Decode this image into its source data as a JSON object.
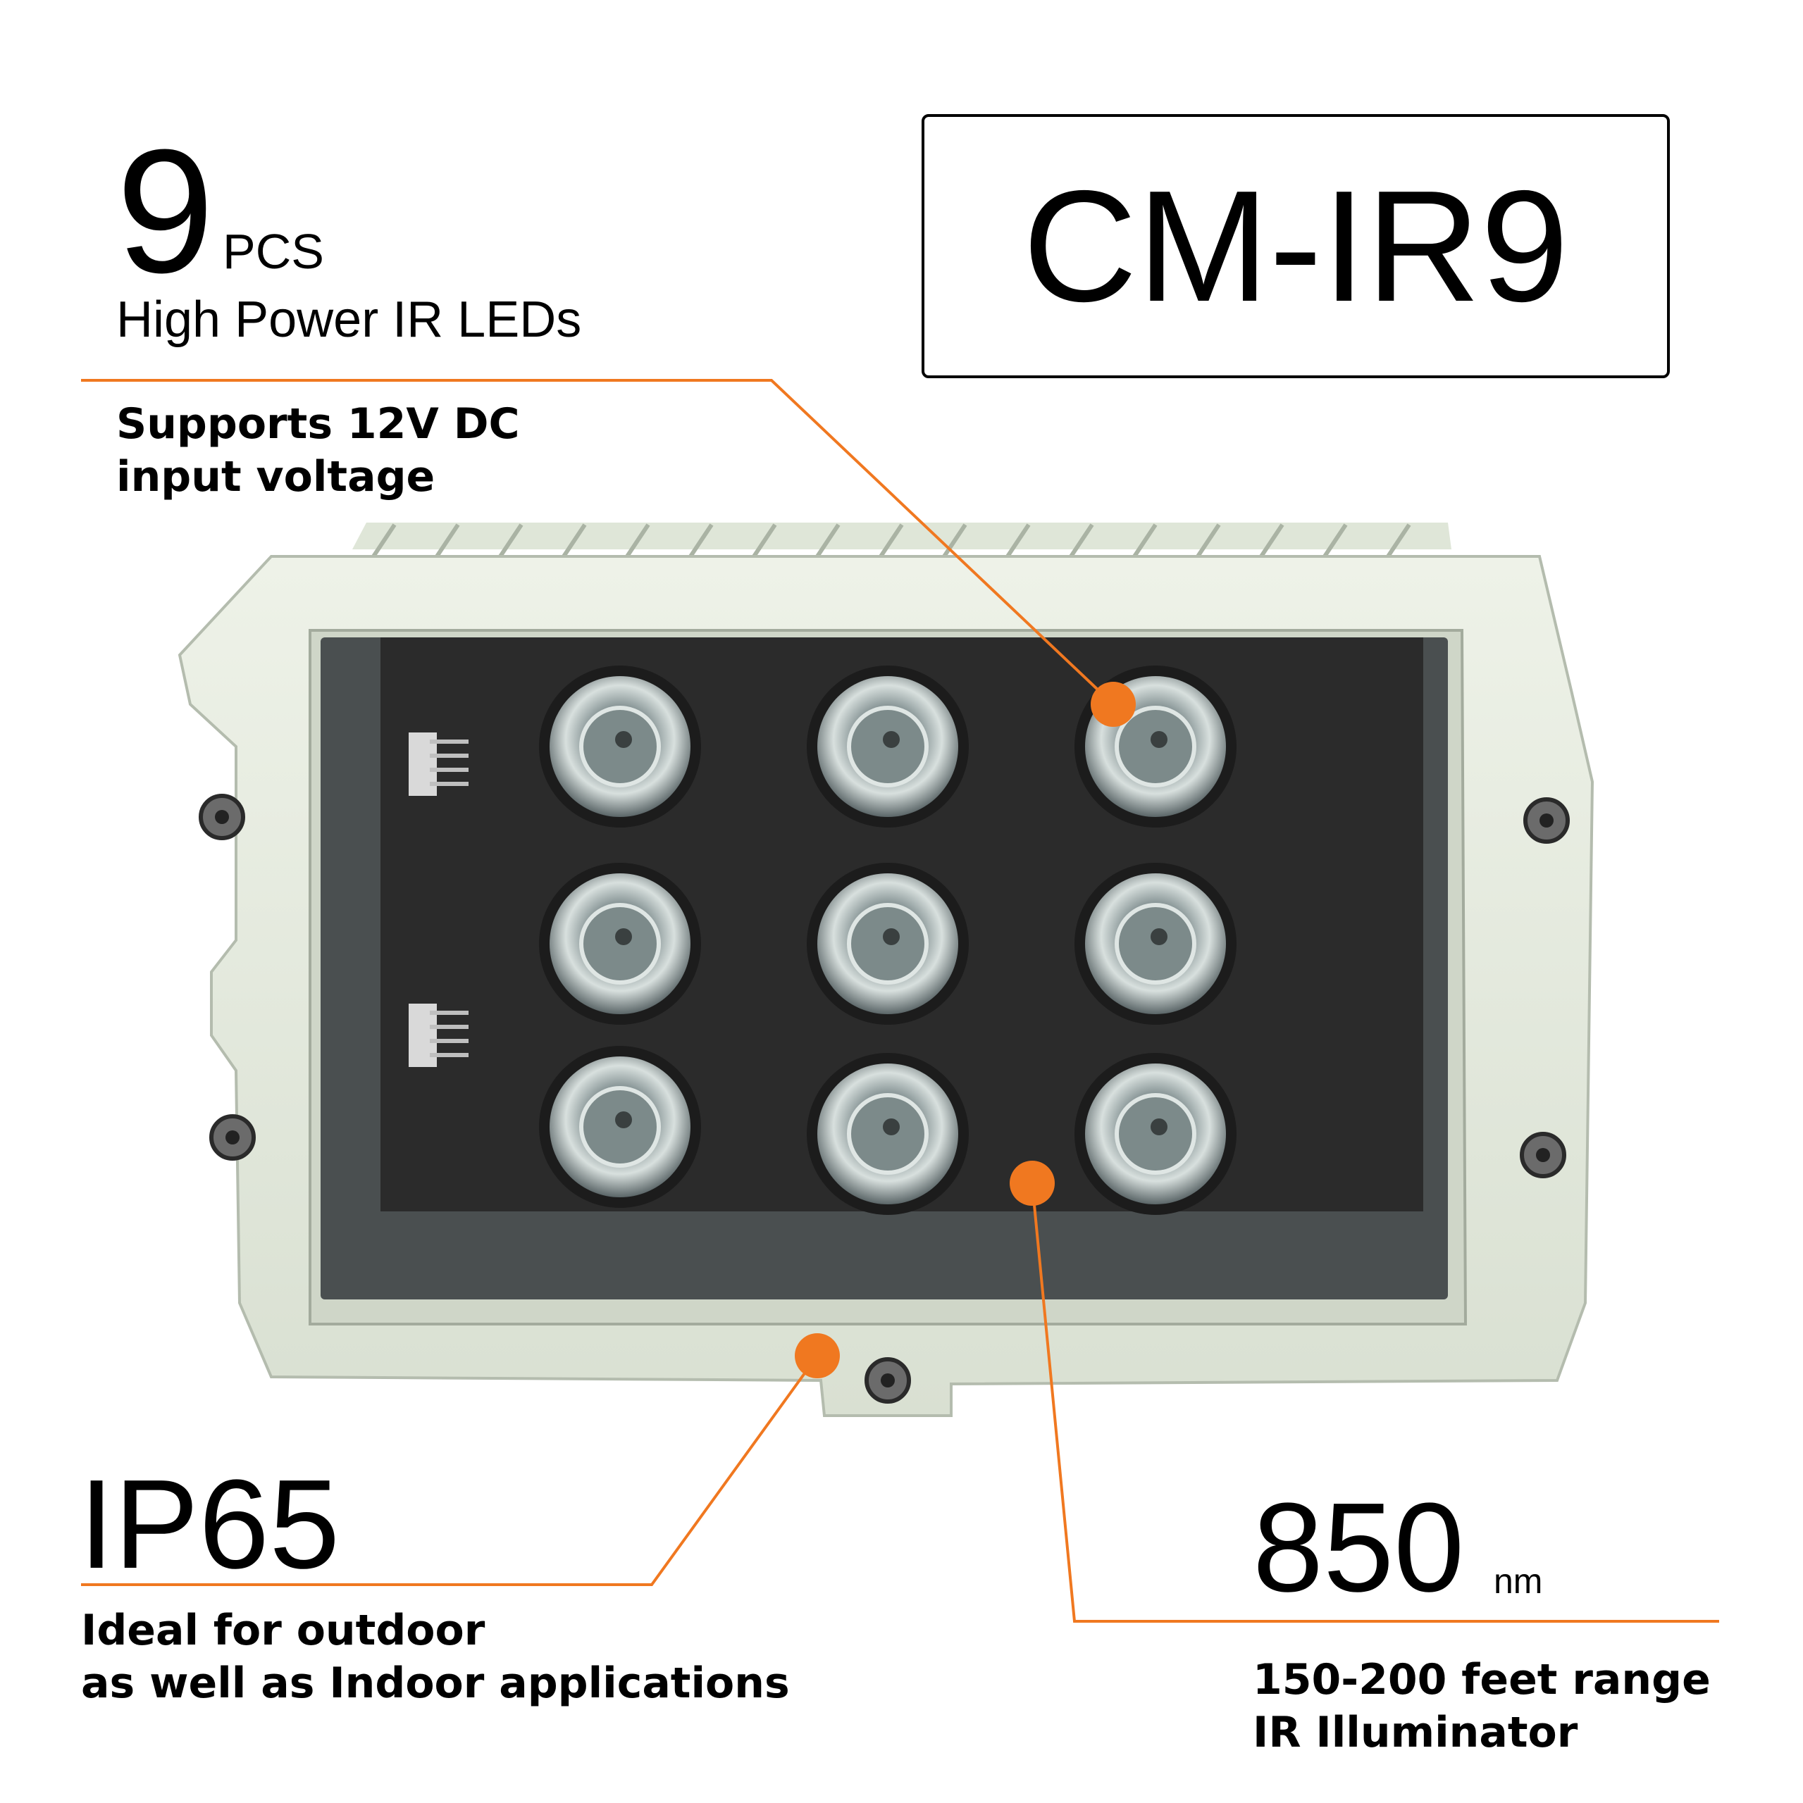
{
  "led_count": {
    "number": "9",
    "unit": "PCS",
    "caption": "High Power IR LEDs"
  },
  "voltage": {
    "line1": "Supports 12V DC",
    "line2": "input voltage"
  },
  "model": "CM-IR9",
  "rating": {
    "label": "IP65",
    "line1": "Ideal for outdoor",
    "line2": "as well as Indoor applications"
  },
  "wavelength": {
    "value": "850",
    "unit": "nm",
    "line1": "150-200 feet range",
    "line2": "IR Illuminator"
  },
  "colors": {
    "accent": "#f07820",
    "housing": "#e6ecde",
    "panel": "#2b2b2b"
  },
  "icons": [
    "led-lens-icon",
    "screw-icon",
    "connector-pins-icon",
    "callout-dot-icon"
  ]
}
